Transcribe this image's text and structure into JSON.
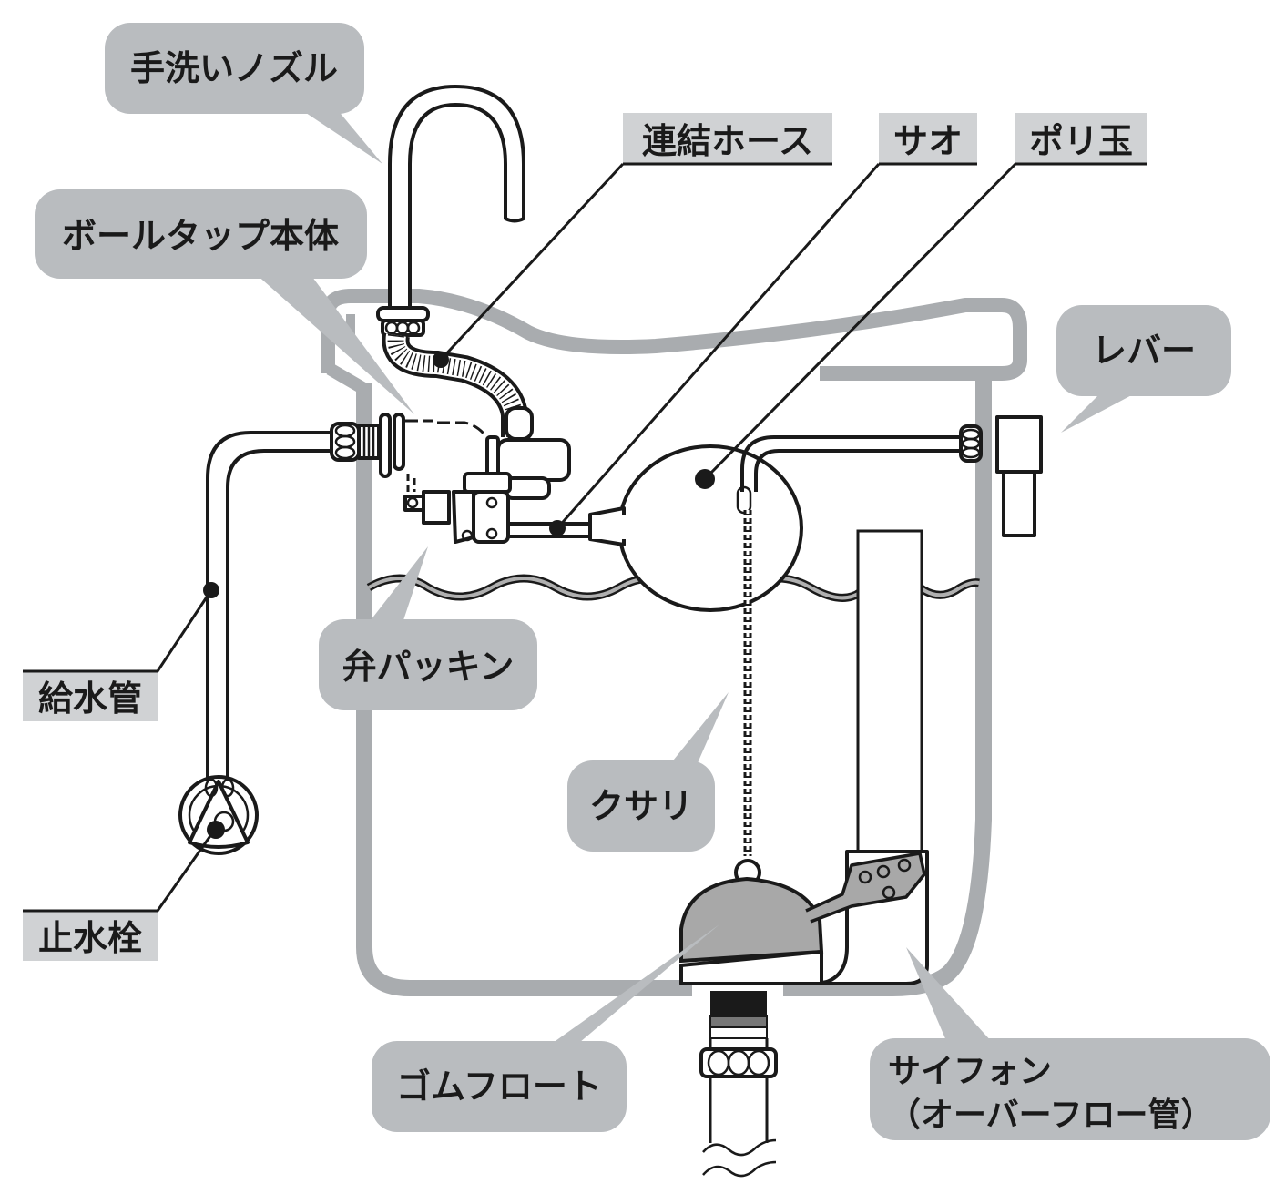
{
  "title": "トイレタンク内部構造図",
  "colors": {
    "bubble": "#b9bcbf",
    "tank": "#a9acaf",
    "float_fill": "#a8a8a8",
    "line": "#1a1a1a",
    "background": "#ffffff"
  },
  "labels": {
    "hand_wash_nozzle": "手洗いノズル",
    "ball_tap_body": "ボールタップ本体",
    "connecting_hose": "連結ホース",
    "rod": "サオ",
    "poly_ball": "ポリ玉",
    "lever": "レバー",
    "valve_packing": "弁パッキン",
    "supply_pipe": "給水管",
    "chain": "クサリ",
    "stop_valve": "止水栓",
    "rubber_float": "ゴムフロート",
    "siphon_line1": "サイフォン",
    "siphon_line2": "（オーバーフロー管）"
  }
}
